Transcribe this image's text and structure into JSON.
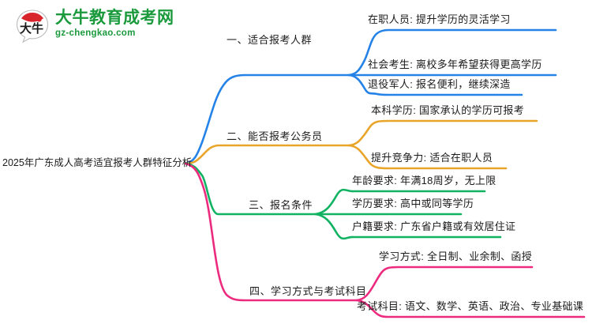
{
  "logo": {
    "mark_text": "大牛",
    "name_cn": "大牛教育成考网",
    "name_en": "gz-chengkao.com",
    "brand_green": "#1a9a3c",
    "brand_red": "#d7252b"
  },
  "mindmap": {
    "root": "2025年广东成人高考适宜报考人群特征分析",
    "branches": [
      {
        "label": "一、适合报考人群",
        "color": "#2583e8",
        "leaves": [
          "在职人员: 提升学历的灵活学习",
          "社会考生: 离校多年希望获得更高学历",
          "退役军人: 报名便利，继续深造"
        ]
      },
      {
        "label": "二、能否报考公务员",
        "color": "#e9a42a",
        "leaves": [
          "本科学历: 国家承认的学历可报考",
          "提升竞争力: 适合在职人员"
        ]
      },
      {
        "label": "三、报名条件",
        "color": "#11b363",
        "leaves": [
          "年龄要求: 年满18周岁，无上限",
          "学历要求: 高中或同等学历",
          "户籍要求: 广东省户籍或有效居住证"
        ]
      },
      {
        "label": "四、学习方式与考试科目",
        "color": "#ec2b7f",
        "leaves": [
          "学习方式: 全日制、业余制、函授",
          "考试科目: 语文、数学、英语、政治、专业基础课"
        ]
      }
    ]
  }
}
